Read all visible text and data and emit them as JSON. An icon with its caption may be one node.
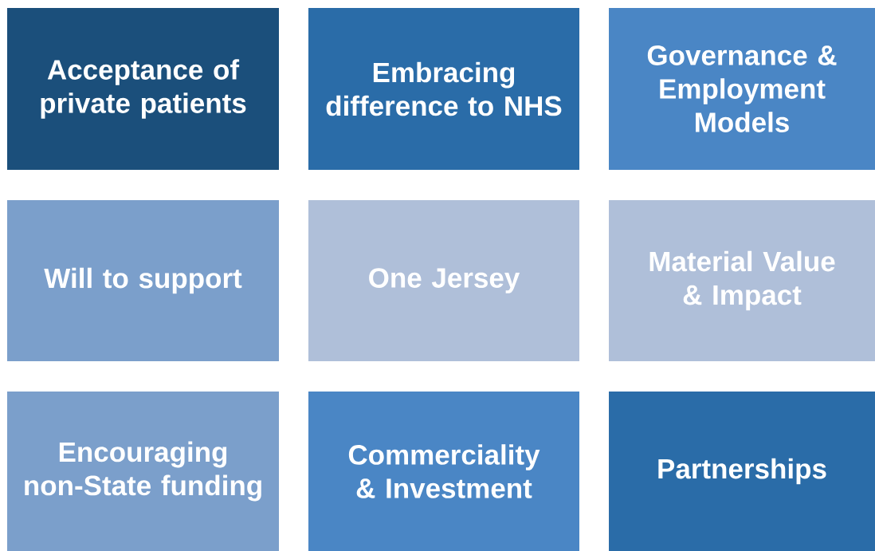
{
  "diagram": {
    "nodes": [
      {
        "text": [
          "Acceptance of private patients"
        ]
      },
      {
        "text": [
          "Embracing difference to NHS"
        ]
      },
      {
        "text": [
          "Governance & Employment Models"
        ]
      },
      {
        "text": [
          "Will to support"
        ]
      },
      {
        "text": [
          "One Jersey"
        ]
      },
      {
        "text": [
          "Material Value & Impact"
        ]
      },
      {
        "text": [
          "Encouraging non-State funding"
        ]
      },
      {
        "text": [
          "Commerciality & Investment"
        ]
      },
      {
        "text": [
          "Partnerships"
        ]
      }
    ]
  }
}
